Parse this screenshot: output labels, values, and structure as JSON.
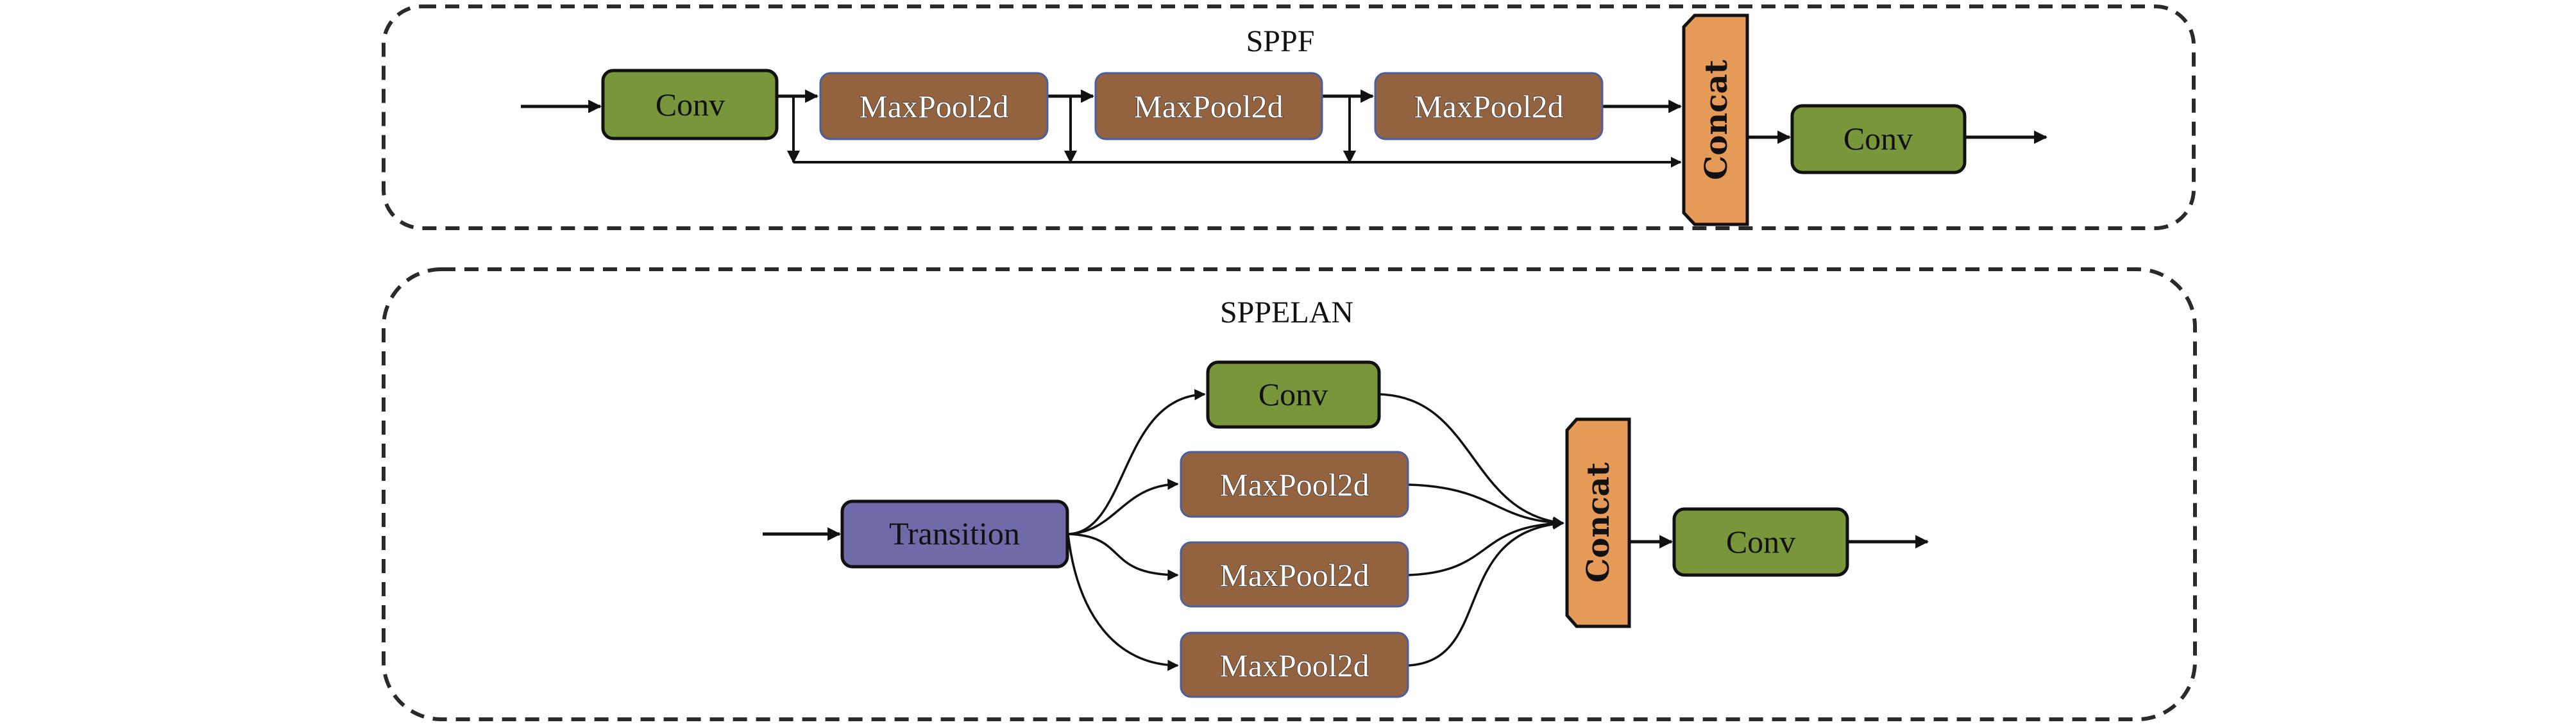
{
  "figure": {
    "modules": [
      {
        "id": "sppf",
        "title": "SPPF",
        "nodes": [
          {
            "id": "sppf-conv-in",
            "type": "conv",
            "label": "Conv"
          },
          {
            "id": "sppf-maxpool-1",
            "type": "maxpool",
            "label": "MaxPool2d"
          },
          {
            "id": "sppf-maxpool-2",
            "type": "maxpool",
            "label": "MaxPool2d"
          },
          {
            "id": "sppf-maxpool-3",
            "type": "maxpool",
            "label": "MaxPool2d"
          },
          {
            "id": "sppf-concat",
            "type": "concat",
            "label": "Concat"
          },
          {
            "id": "sppf-conv-out",
            "type": "conv",
            "label": "Conv"
          }
        ],
        "edges": [
          [
            "input",
            "sppf-conv-in"
          ],
          [
            "sppf-conv-in",
            "sppf-maxpool-1"
          ],
          [
            "sppf-maxpool-1",
            "sppf-maxpool-2"
          ],
          [
            "sppf-maxpool-2",
            "sppf-maxpool-3"
          ],
          [
            "sppf-maxpool-3",
            "sppf-concat"
          ],
          [
            "sppf-conv-in",
            "sppf-concat"
          ],
          [
            "sppf-maxpool-1",
            "sppf-concat"
          ],
          [
            "sppf-maxpool-2",
            "sppf-concat"
          ],
          [
            "sppf-concat",
            "sppf-conv-out"
          ],
          [
            "sppf-conv-out",
            "output"
          ]
        ]
      },
      {
        "id": "sppelan",
        "title": "SPPELAN",
        "nodes": [
          {
            "id": "sppelan-transition",
            "type": "transition",
            "label": "Transition"
          },
          {
            "id": "sppelan-conv",
            "type": "conv",
            "label": "Conv"
          },
          {
            "id": "sppelan-maxpool-1",
            "type": "maxpool",
            "label": "MaxPool2d"
          },
          {
            "id": "sppelan-maxpool-2",
            "type": "maxpool",
            "label": "MaxPool2d"
          },
          {
            "id": "sppelan-maxpool-3",
            "type": "maxpool",
            "label": "MaxPool2d"
          },
          {
            "id": "sppelan-concat",
            "type": "concat",
            "label": "Concat"
          },
          {
            "id": "sppelan-conv-out",
            "type": "conv",
            "label": "Conv"
          }
        ],
        "edges": [
          [
            "input",
            "sppelan-transition"
          ],
          [
            "sppelan-transition",
            "sppelan-conv"
          ],
          [
            "sppelan-transition",
            "sppelan-maxpool-1"
          ],
          [
            "sppelan-transition",
            "sppelan-maxpool-2"
          ],
          [
            "sppelan-transition",
            "sppelan-maxpool-3"
          ],
          [
            "sppelan-conv",
            "sppelan-concat"
          ],
          [
            "sppelan-maxpool-1",
            "sppelan-concat"
          ],
          [
            "sppelan-maxpool-2",
            "sppelan-concat"
          ],
          [
            "sppelan-maxpool-3",
            "sppelan-concat"
          ],
          [
            "sppelan-concat",
            "sppelan-conv-out"
          ],
          [
            "sppelan-conv-out",
            "output"
          ]
        ]
      }
    ],
    "colors": {
      "conv": "#7a963a",
      "maxpool": "#93623f",
      "maxpool_border": "#4a5ea0",
      "transition": "#6f6ba8",
      "concat": "#e69a58",
      "line": "#111111",
      "group_border": "#2a2a2a"
    }
  }
}
